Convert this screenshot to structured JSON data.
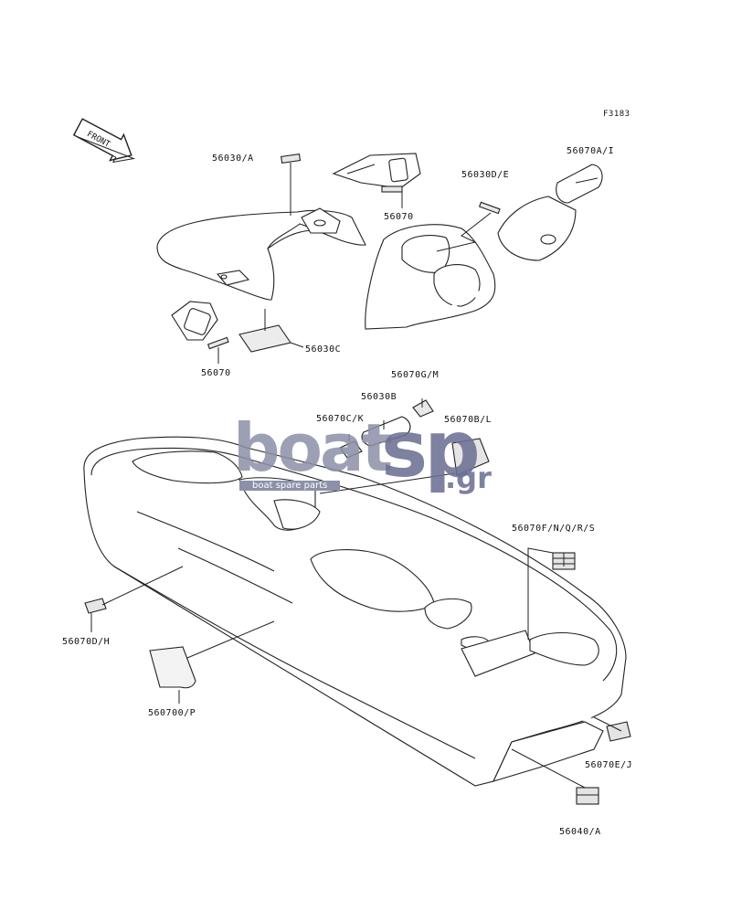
{
  "figure_code": "F3183",
  "front_label": "FRONT",
  "labels": {
    "l_56030A": "56030/A",
    "l_56070_top": "56070",
    "l_56030DE": "56030D/E",
    "l_56070AI": "56070A/I",
    "l_56070_left": "56070",
    "l_56030C": "56030C",
    "l_56070GM": "56070G/M",
    "l_56030B": "56030B",
    "l_56070CK": "56070C/K",
    "l_56070BL": "56070B/L",
    "l_56070FNQRS": "56070F/N/Q/R/S",
    "l_56070DH": "56070D/H",
    "l_56070OP": "560700/P",
    "l_56070EJ": "56070E/J",
    "l_56040A": "56040/A"
  },
  "watermark": {
    "logo_a": "boat",
    "logo_b": "sp",
    "logo_suffix": ".gr",
    "tagline": "boat spare parts",
    "color_a": "#8d90a8",
    "color_b": "#6d7094"
  }
}
